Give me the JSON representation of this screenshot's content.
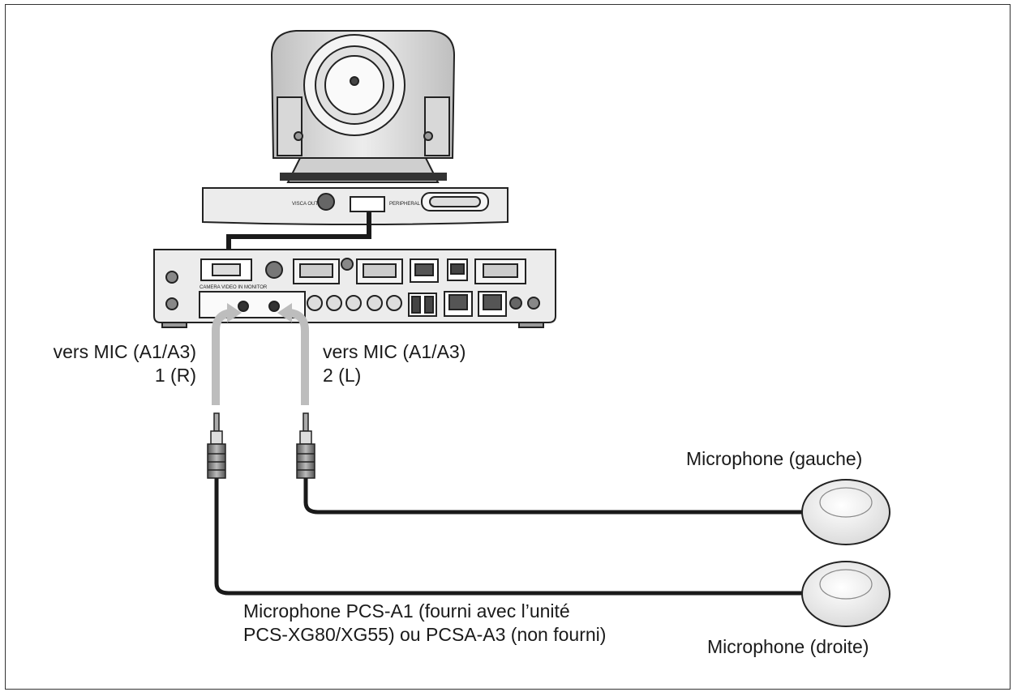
{
  "labels": {
    "mic_input_1": {
      "line1": "vers MIC (A1/A3)",
      "line2": "1 (R)"
    },
    "mic_input_2": {
      "line1": "vers MIC (A1/A3)",
      "line2": "2 (L)"
    },
    "mic_left": "Microphone (gauche)",
    "mic_right": "Microphone (droite)",
    "mic_caption": {
      "line1": "Microphone PCS-A1 (fourni avec l’unité",
      "line2": "PCS-XG80/XG55) ou PCSA-A3 (non fourni)"
    }
  },
  "colors": {
    "cable": "#1a1a1a",
    "arrow": "#bdbdbd",
    "device": "#e6e6e6",
    "outline": "#222222"
  },
  "icons": [
    "camera-icon",
    "codec-unit-icon",
    "mini-plug-icon",
    "arrow-icon",
    "microphone-icon"
  ]
}
